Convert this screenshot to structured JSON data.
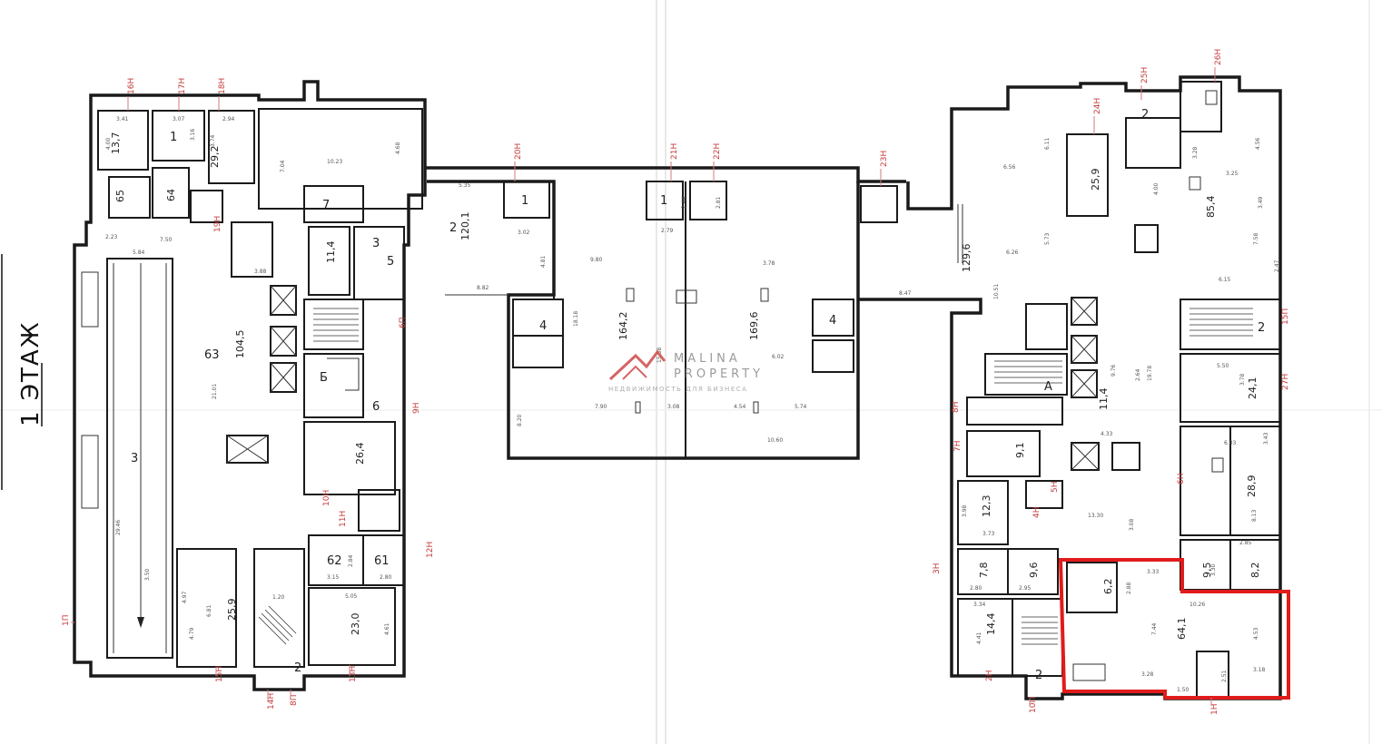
{
  "title": "1 ЭТАЖ",
  "colors": {
    "highlight": "#e11b1b",
    "walls": "#1a1a1a",
    "axis": "#c43b3b",
    "logo": "#cf4a4a"
  },
  "watermark": {
    "line1": "MALINA",
    "line2": "PROPERTY",
    "tagline": "НЕДВИЖИМОСТЬ ДЛЯ БИЗНЕСА"
  },
  "axes": [
    "16Н",
    "17Н",
    "18Н",
    "19Н",
    "20Н",
    "21Н",
    "22Н",
    "23Н",
    "24Н",
    "25Н",
    "26Н",
    "27Н",
    "15П",
    "15Н",
    "14Н",
    "8П",
    "13Н",
    "12Н",
    "11Н",
    "10Н",
    "9Н",
    "6П",
    "1П",
    "10П",
    "2Н",
    "3Н",
    "4Н",
    "5Н",
    "6Н",
    "7Н",
    "8Н",
    "1Н"
  ],
  "rooms": {
    "r_137": "13,7",
    "r_292": "29,2",
    "r_64": "64",
    "r_65": "65",
    "r_1201": "120,1",
    "r_1642": "164,2",
    "r_1596": "169,6",
    "r_1296": "129,6",
    "r_1045": "104,5",
    "r_114": "11,4",
    "r_264": "26,4",
    "r_259l": "25,9",
    "r_230": "23,0",
    "r_259r": "25,9",
    "r_854": "85,4",
    "r_241": "24,1",
    "r_289": "28,9",
    "r_114b": "11,4",
    "r_91": "9,1",
    "r_123": "12,3",
    "r_96": "9,6",
    "r_78": "7,8",
    "r_144": "14,4",
    "r_62": "6,2",
    "r_641": "64,1",
    "r_95": "9,5",
    "r_82": "8,2"
  },
  "dims": [
    "3.41",
    "3.07",
    "2.94",
    "4.00",
    "3.16",
    "3.74",
    "10.23",
    "4.68",
    "7.04",
    "5.35",
    "9.80",
    "3.78",
    "6.02",
    "5.74",
    "7.90",
    "3.08",
    "4.54",
    "10.60",
    "8.20",
    "18.18",
    "15.38",
    "3.88",
    "5.84",
    "21.01",
    "29.46",
    "3.50",
    "2.23",
    "7.50",
    "3.02",
    "4.81",
    "8.82",
    "2.79",
    "2.44",
    "2.81",
    "8.47",
    "10.51",
    "6.56",
    "6.11",
    "6.26",
    "5.73",
    "4.00",
    "3.28",
    "4.56",
    "3.25",
    "3.49",
    "7.58",
    "2.47",
    "6.15",
    "9.76",
    "19.78",
    "2.64",
    "4.33",
    "13.30",
    "3.08",
    "5.50",
    "3.78",
    "6.03",
    "8.13",
    "3.43",
    "2.85",
    "3.30",
    "10.26",
    "7.44",
    "4.53",
    "3.18",
    "2.51",
    "1.50",
    "3.28",
    "3.33",
    "2.88",
    "3.34",
    "4.41",
    "3.73",
    "3.98",
    "2.95",
    "2.80",
    "5.05",
    "4.61",
    "3.15",
    "2.84",
    "2.80",
    "1.20",
    "4.79",
    "6.81",
    "4.97"
  ],
  "room_labels": [
    "1",
    "1",
    "1",
    "2",
    "2",
    "2",
    "2",
    "2",
    "3",
    "3",
    "4",
    "4",
    "5",
    "6",
    "7",
    "62",
    "61",
    "63",
    "A",
    "Б"
  ]
}
